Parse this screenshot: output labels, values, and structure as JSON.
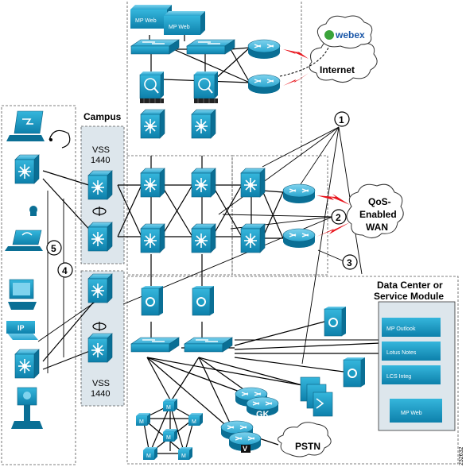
{
  "labels": {
    "campus": "Campus",
    "internet": "Internet",
    "webex": "webex",
    "qos_line1": "QoS-",
    "qos_line2": "Enabled",
    "qos_line3": "WAN",
    "dc_line1": "Data Center or",
    "dc_line2": "Service Module",
    "pstn": "PSTN",
    "gk": "GK",
    "vss_top_1": "VSS",
    "vss_top_2": "1440",
    "vss_bottom_1": "VSS",
    "vss_bottom_2": "1440",
    "figure_id": "232632",
    "mp_web_a": "MP Web",
    "mp_web_b": "MP Web",
    "mp_web_server": "MP Web",
    "mp_outlook": "MP Outlook",
    "lotus_notes": "Lotus Notes",
    "lcs_integ": "LCS Integ",
    "ip": "IP",
    "mcu_m": "M",
    "voice_v": "V"
  },
  "callouts": [
    "1",
    "2",
    "3",
    "4",
    "5"
  ],
  "colors": {
    "device_teal": "#1a9dc4",
    "device_dark": "#0b6f94",
    "cloud_outline": "#333333",
    "wan_bolt": "#e8141c",
    "panel_bg": "#dde6ec",
    "frame_dash": "#555555"
  }
}
